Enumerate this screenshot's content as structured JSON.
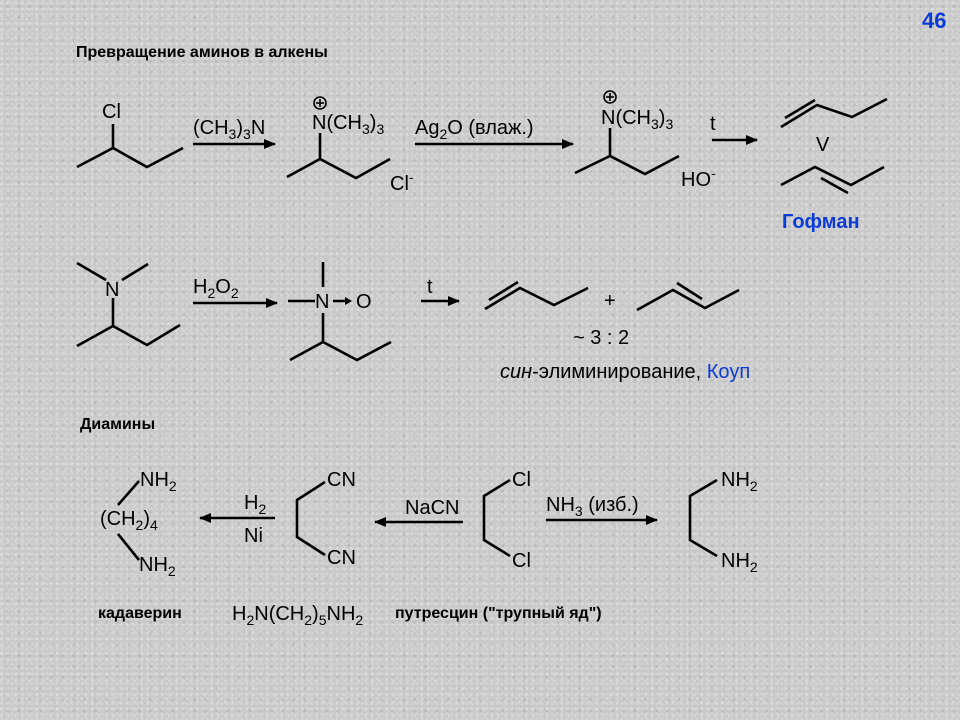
{
  "page_number": "46",
  "heading_amines": "Превращение аминов в алкены",
  "heading_diamines": "Диамины",
  "row1": {
    "cl_label": "Cl",
    "reagent1": "(CH3)3N",
    "ammonium_group": "N(CH3)3",
    "chloride": "Cl-",
    "reagent2": "Ag2O (влаж.)",
    "ammonium_group2": "N(CH3)3",
    "hydroxide": "HO-",
    "heat": "t",
    "compare": "V",
    "named_reaction": "Гофман"
  },
  "row2": {
    "amine_n": "N",
    "reagent": "H2O2",
    "oxide_n": "N",
    "oxide_o": "O",
    "heat": "t",
    "plus": "+",
    "ratio": "~ 3 : 2",
    "syn": "син",
    "elim": "-элиминирование, ",
    "named_reaction": "Коуп"
  },
  "row3": {
    "cad_nh2_top": "NH2",
    "cad_chain": "(CH2)4",
    "cad_nh2_bottom": "NH2",
    "h2": "H2",
    "ni": "Ni",
    "cn_top": "CN",
    "cn_bottom": "CN",
    "nacn": "NaCN",
    "cl_top": "Cl",
    "cl_bottom": "Cl",
    "nh3": "NH3 (изб.)",
    "nh2_top": "NH2",
    "nh2_bottom": "NH2",
    "cadaverine": "кадаверин",
    "formula": "H2N(CH2)5NH2",
    "putrescine": "путресцин (\"трупный яд\")"
  },
  "colors": {
    "accent": "#0b3bd6",
    "background": "#c9c9c9"
  }
}
